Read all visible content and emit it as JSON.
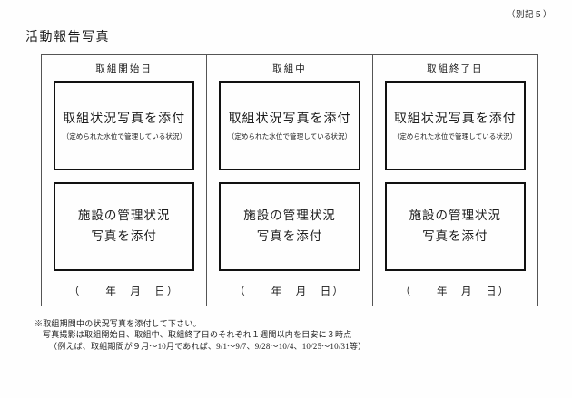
{
  "page": {
    "corner_note": "（別記５）",
    "title": "活動報告写真"
  },
  "table": {
    "columns": [
      {
        "header": "取組開始日"
      },
      {
        "header": "取組中"
      },
      {
        "header": "取組終了日"
      }
    ],
    "status_box": {
      "title": "取組状況写真を添付",
      "subtitle": "（定められた水位で管理している状況）"
    },
    "facility_box": {
      "line1": "施設の管理状況",
      "line2": "写真を添付"
    },
    "date_label": "（　　年　月　日）"
  },
  "footnote": {
    "line1": "※取組期間中の状況写真を添付して下さい。",
    "line2": "写真撮影は取組開始日、取組中、取組終了日のそれぞれ１週間以内を目安に３時点",
    "line3": "（例えば、取組期間が９月～10月であれば、9/1～9/7、9/28～10/4、10/25～10/31等）"
  }
}
